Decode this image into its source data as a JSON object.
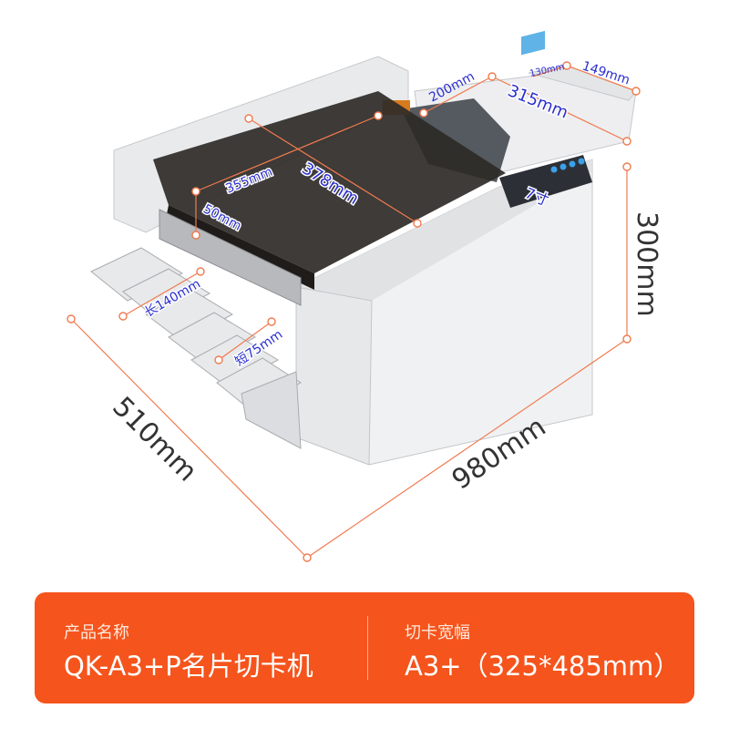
{
  "dimensions": {
    "width_top": "200mm",
    "small_a": "130mm",
    "small_b": "149mm",
    "tray_width": "315mm",
    "height": "300mm",
    "inner_a": "355mm",
    "inner_b": "378mm",
    "gap": "50mm",
    "screen": "7寸",
    "long_slot": "长140mm",
    "short_slot": "短75mm",
    "depth": "510mm",
    "length": "980mm"
  },
  "info": {
    "name_label": "产品名称",
    "name_value": "QK-A3+P名片切卡机",
    "width_label": "切卡宽幅",
    "width_value": "A3+（325*485mm）"
  },
  "colors": {
    "accent": "#f5541c",
    "dimension_line": "#f07a4f",
    "dimension_text": "#2b2fd0"
  }
}
